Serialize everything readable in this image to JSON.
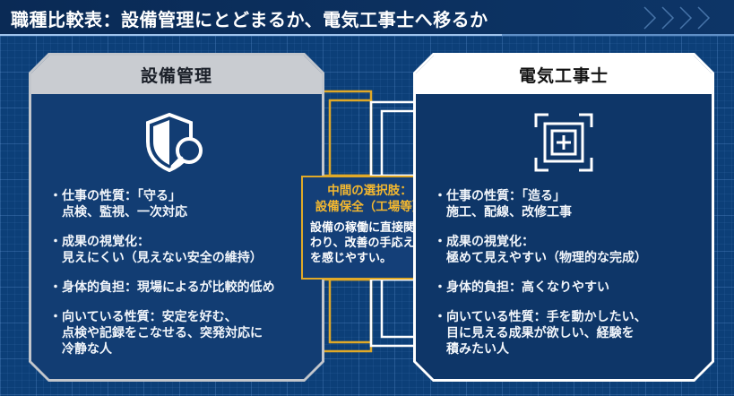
{
  "title": "職種比較表：設備管理にとどまるか、電気工事士へ移るか",
  "left_panel": {
    "header": "設備管理",
    "icon": "shield-magnifier-icon",
    "items": [
      {
        "text": "仕事の性質：「守る」\n点検、監視、一次対応"
      },
      {
        "text": "成果の視覚化：\n見えにくい（見えない安全の維持）"
      },
      {
        "text": "身体的負担：現場によるが比較的低め"
      },
      {
        "text": "向いている性質：安定を好む、\n点検や記録をこなせる、突発対応に\n冷静な人"
      }
    ]
  },
  "middle": {
    "title": "中間の選択肢：\n設備保全（工場等）",
    "body": "設備の稼働に直接関\nわり、改善の手応え\nを感じやすい。"
  },
  "right_panel": {
    "header": "電気工事士",
    "icon": "electrical-panel-icon",
    "items": [
      {
        "text": "仕事の性質：「造る」\n施工、配線、改修工事"
      },
      {
        "text": "成果の視覚化：\n極めて見えやすい（物理的な完成）"
      },
      {
        "text": "身体的負担：高くなりやすい"
      },
      {
        "text": "向いている性質：手を動かしたい、\n目に見える成果が欲しい、経験を\n積みたい人"
      }
    ]
  },
  "colors": {
    "background": "#0c3f78",
    "accent_gold": "#e0a928",
    "left_frame": "#c2c6cc",
    "right_frame": "#ffffff"
  }
}
